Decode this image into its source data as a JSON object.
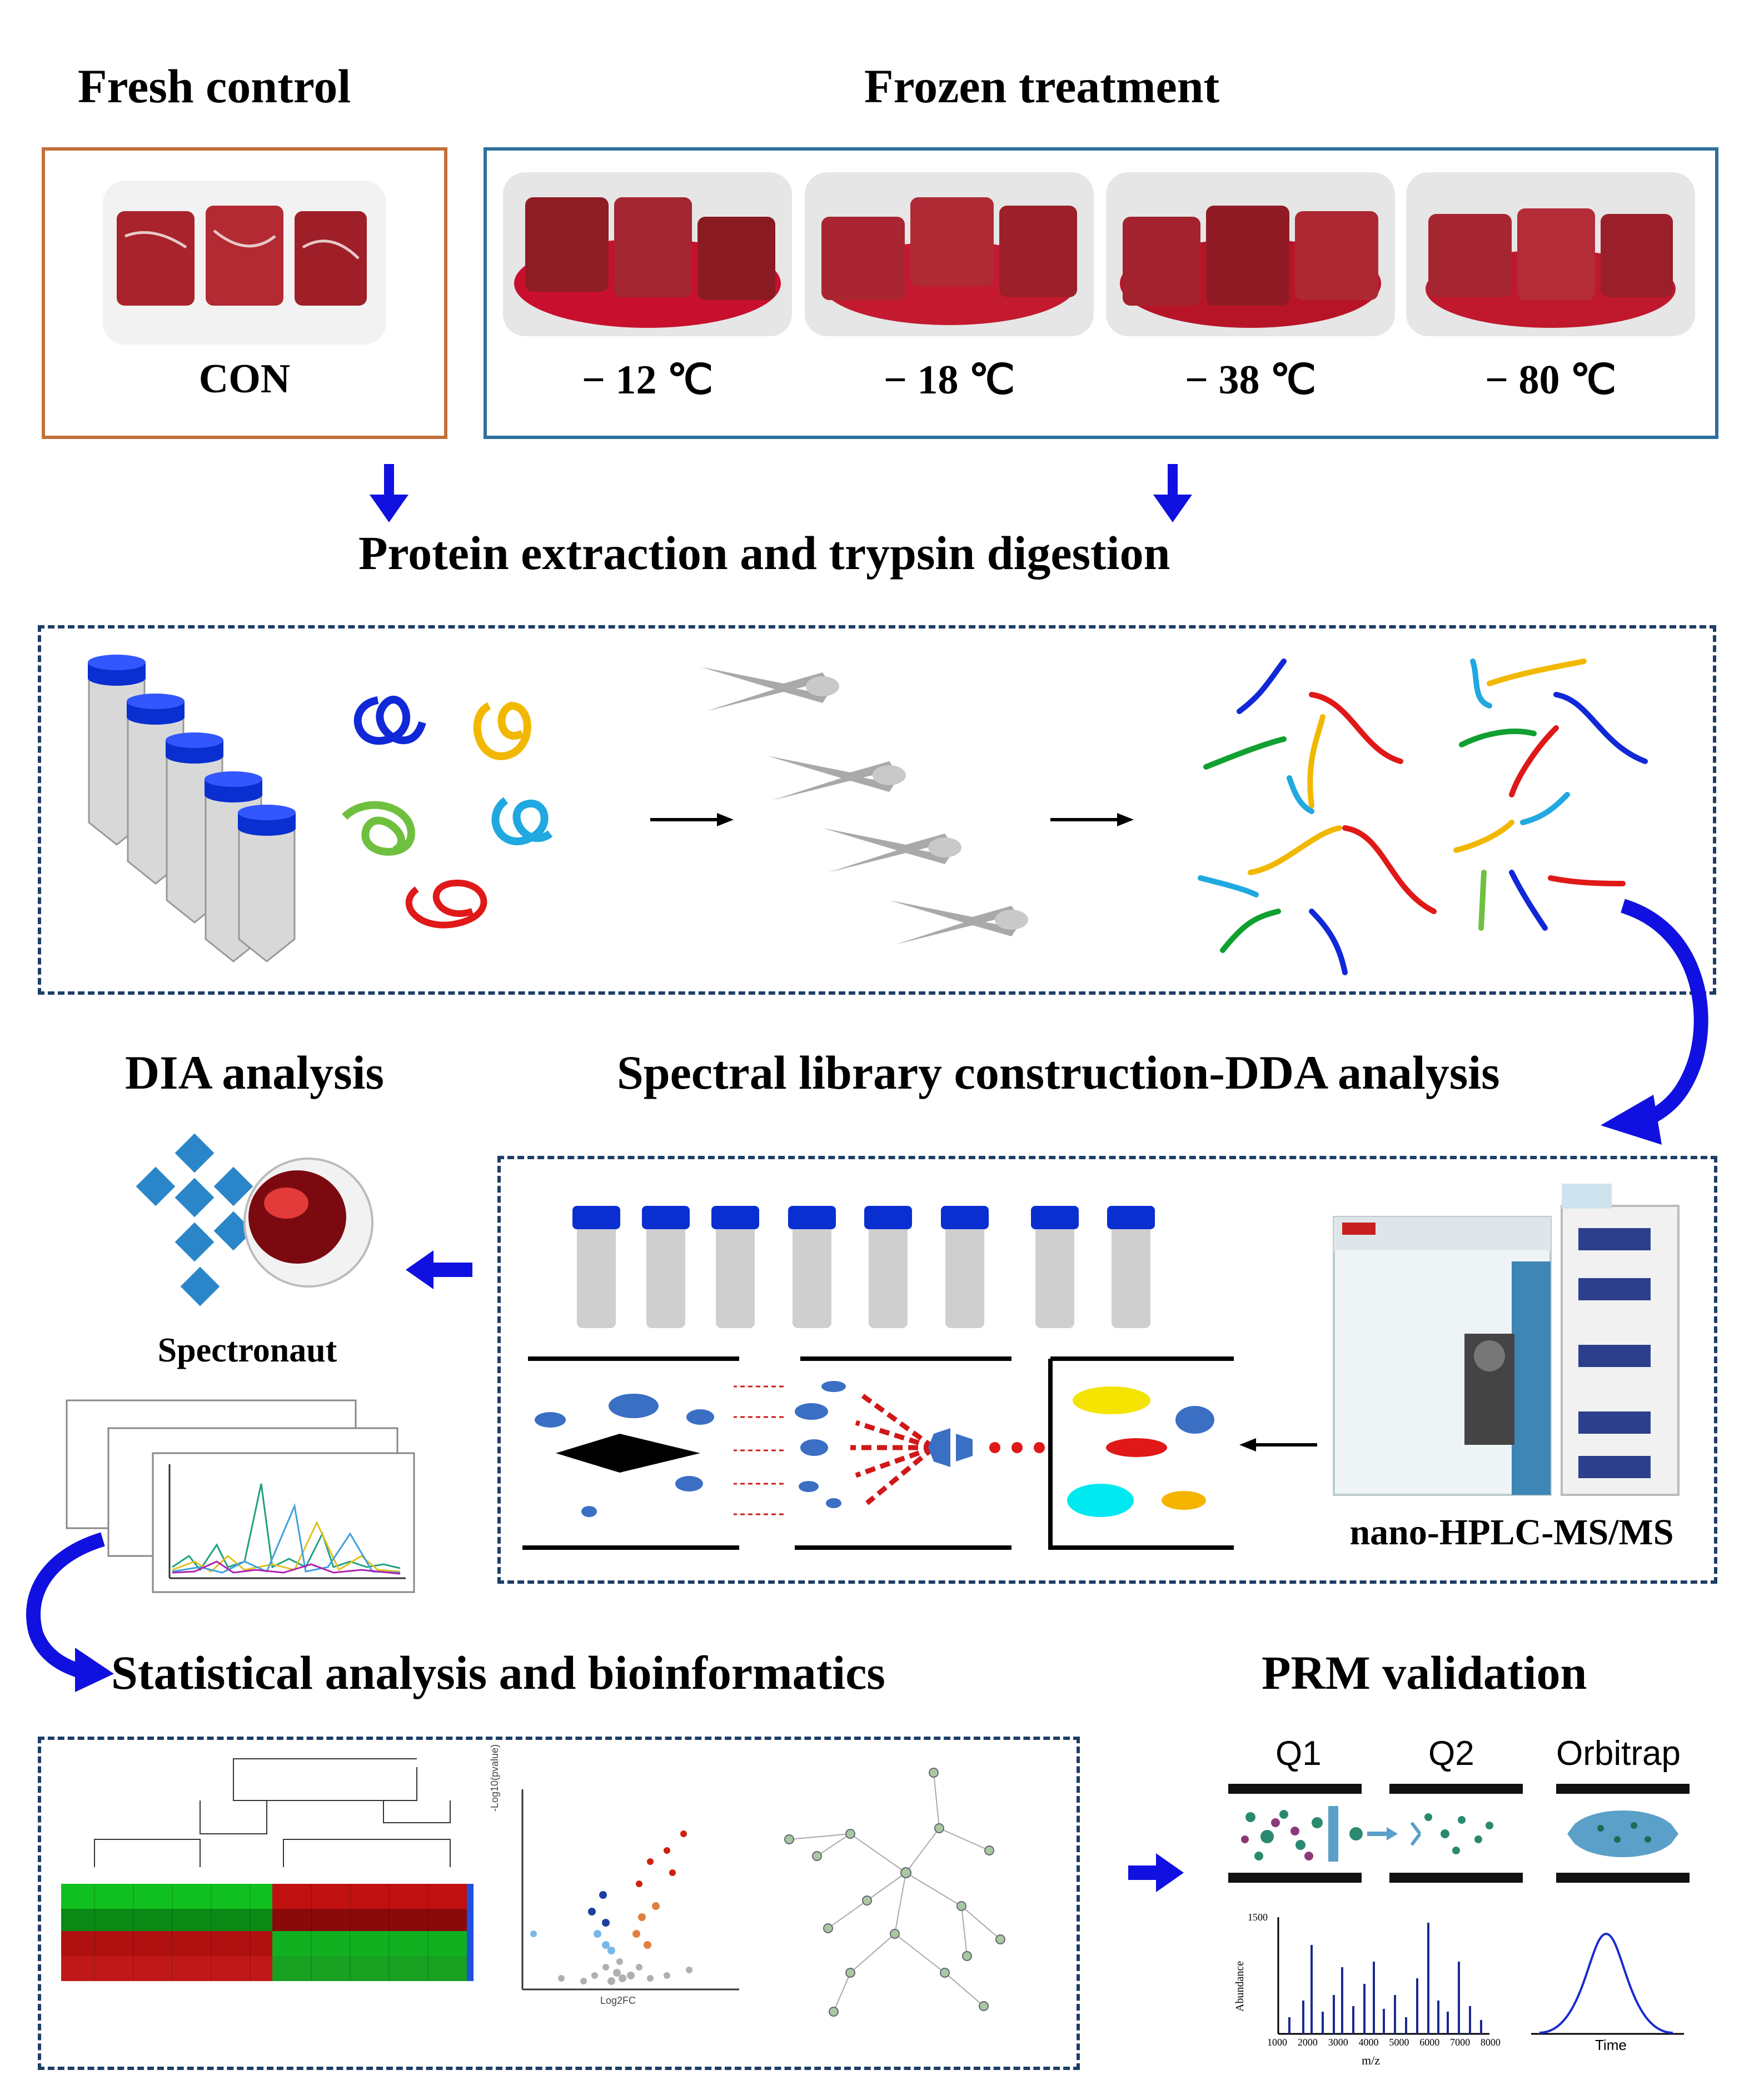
{
  "top": {
    "fresh_title": "Fresh control",
    "frozen_title": "Frozen treatment",
    "con_label": "CON",
    "temps": [
      "− 12 ℃",
      "− 18 ℃",
      "− 38 ℃",
      "− 80 ℃"
    ]
  },
  "steps": {
    "extraction": "Protein extraction and trypsin digestion",
    "dia": "DIA analysis",
    "spectral": "Spectral library construction-DDA analysis",
    "spectronaut": "Spectronaut",
    "instrument": "nano-HPLC-MS/MS",
    "stats": "Statistical analysis and bioinformatics",
    "prm": "PRM validation"
  },
  "prm_panel": {
    "q1": "Q1",
    "q2": "Q2",
    "orbitrap": "Orbitrap",
    "spectrum_ylabel": "Abundance",
    "spectrum_xlabel": "m/z",
    "spectrum_ymax": "1500",
    "spectrum_xticks": [
      "1000",
      "2000",
      "3000",
      "4000",
      "5000",
      "6000",
      "7000",
      "8000"
    ],
    "peak_xlabel": "Time"
  },
  "volcano": {
    "xlabel": "Log2FC",
    "ylabel": "-Log10(pvalue)"
  },
  "colors": {
    "orange_frame": "#c2703a",
    "blue_frame": "#2e6f9e",
    "dash_frame": "#1d3d66",
    "arrow_blue": "#1010e0",
    "cap_blue": "#0a2fd0"
  }
}
